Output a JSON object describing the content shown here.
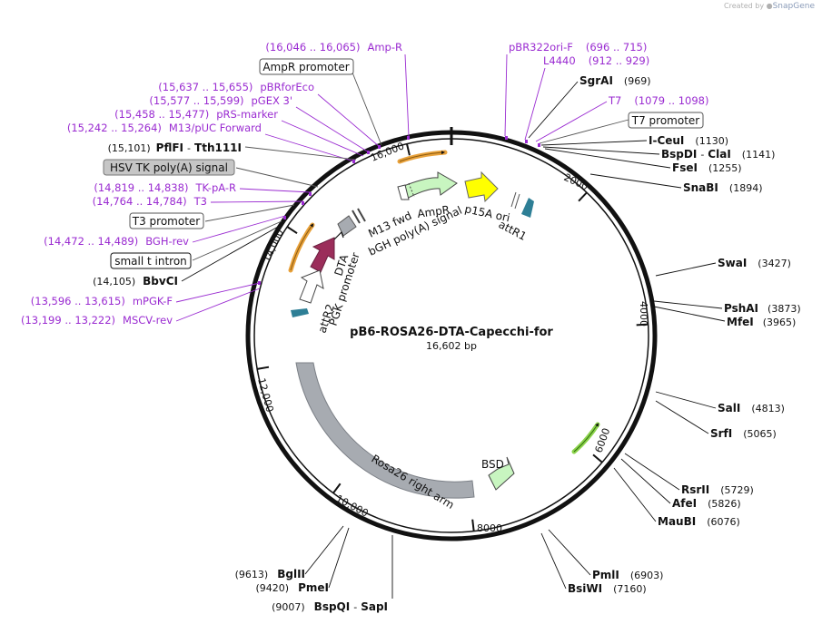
{
  "credit": {
    "prefix": "Created by",
    "brand": "SnapGene"
  },
  "title": "pB6-ROSA26-DTA-Capecchi-for",
  "length": "16,602 bp",
  "feature_labels": [
    {
      "range": "(16,046 .. 16,065)",
      "name": "Amp-R"
    },
    {
      "range": "(15,637 .. 15,655)",
      "name": "pBRforEco"
    },
    {
      "range": "(15,577 .. 15,599)",
      "name": "pGEX 3'"
    },
    {
      "range": "(15,458 .. 15,477)",
      "name": "pRS-marker"
    },
    {
      "range": "(15,242 .. 15,264)",
      "name": "M13/pUC Forward"
    },
    {
      "range": "(14,819 .. 14,838)",
      "name": "TK-pA-R"
    },
    {
      "range": "(14,764 .. 14,784)",
      "name": "T3"
    },
    {
      "range": "(14,472 .. 14,489)",
      "name": "BGH-rev"
    },
    {
      "range": "(13,596 .. 13,615)",
      "name": "mPGK-F"
    },
    {
      "range": "(13,199 .. 13,222)",
      "name": "MSCV-rev"
    },
    {
      "range": "(696 .. 715)",
      "name": "pBR322ori-F"
    },
    {
      "range": "(912 .. 929)",
      "name": "L4440"
    },
    {
      "range": "(1079 .. 1098)",
      "name": "T7"
    }
  ],
  "boxed_labels": [
    {
      "name": "AmpR promoter"
    },
    {
      "name": "HSV TK poly(A) signal"
    },
    {
      "name": "T3 promoter"
    },
    {
      "name": "small t intron"
    },
    {
      "name": "T7 promoter"
    }
  ],
  "enzymes": [
    {
      "name": "PflFI",
      "name2": "Tth111I",
      "pos": "(15,101)"
    },
    {
      "name": "BbvCI",
      "pos": "(14,105)"
    },
    {
      "name": "SgrAI",
      "pos": "(969)"
    },
    {
      "name": "I-CeuI",
      "pos": "(1130)"
    },
    {
      "name": "BspDI",
      "name2": "ClaI",
      "pos": "(1141)"
    },
    {
      "name": "FseI",
      "pos": "(1255)"
    },
    {
      "name": "SnaBI",
      "pos": "(1894)"
    },
    {
      "name": "SwaI",
      "pos": "(3427)"
    },
    {
      "name": "PshAI",
      "pos": "(3873)"
    },
    {
      "name": "MfeI",
      "pos": "(3965)"
    },
    {
      "name": "SalI",
      "pos": "(4813)"
    },
    {
      "name": "SrfI",
      "pos": "(5065)"
    },
    {
      "name": "RsrII",
      "pos": "(5729)"
    },
    {
      "name": "AfeI",
      "pos": "(5826)"
    },
    {
      "name": "MauBI",
      "pos": "(6076)"
    },
    {
      "name": "PmlI",
      "pos": "(6903)"
    },
    {
      "name": "BsiWI",
      "pos": "(7160)"
    },
    {
      "name": "BglII",
      "pos": "(9613)"
    },
    {
      "name": "PmeI",
      "pos": "(9420)"
    },
    {
      "name": "BspQI",
      "name2": "SapI",
      "pos": "(9007)"
    }
  ],
  "inner_features": [
    "AmpR",
    "p15A ori",
    "attR1",
    "M13 fwd",
    "bGH poly(A) signal",
    "DTA",
    "PGK promoter",
    "attR2",
    "Rosa26 right arm",
    "BSD"
  ],
  "ticks": [
    "2000",
    "4000",
    "6000",
    "8000",
    "10,000",
    "12,000",
    "14,000",
    "16,000"
  ],
  "colors": {
    "feature_text": "#9a2bd1",
    "ampr": "#c8f5c0",
    "p15a": "#ffff00",
    "dta": "#9b2d5a",
    "rosa26": "#a7abb1",
    "bsd": "#c8f5c0",
    "attr": "#2e7f96",
    "primer": "#e8a13a"
  }
}
